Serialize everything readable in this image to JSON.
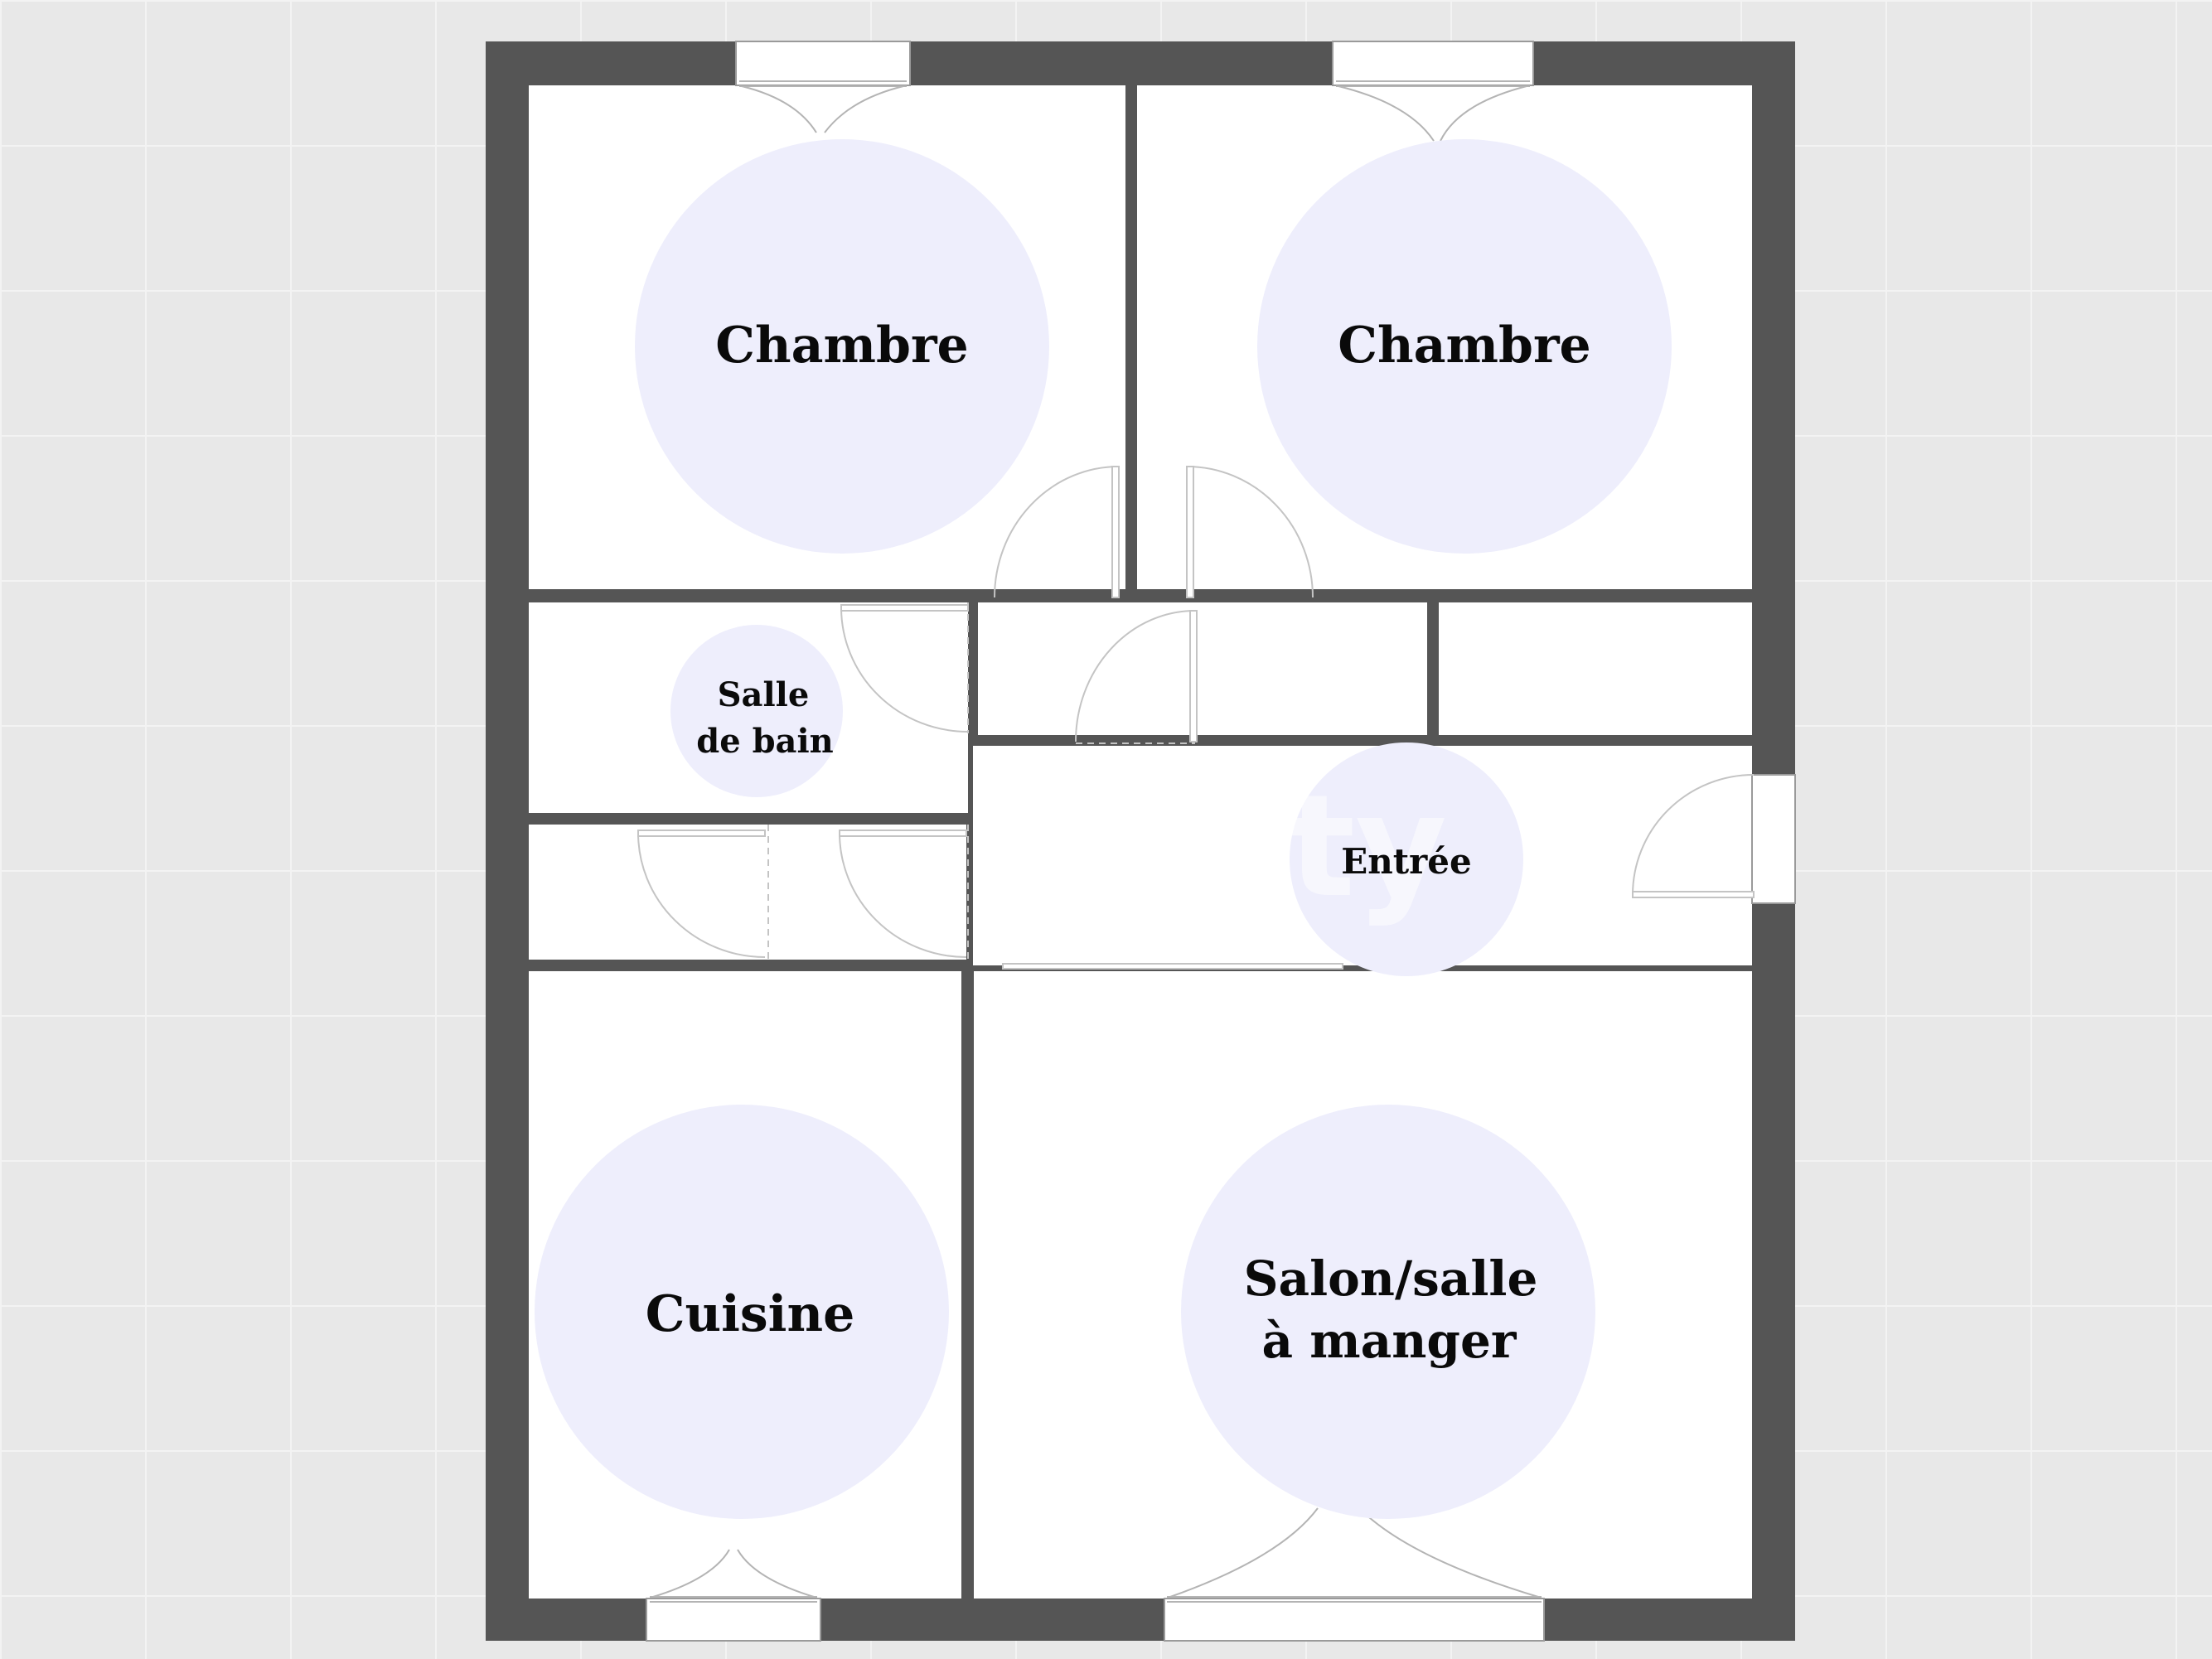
{
  "rooms": {
    "chambre_1": {
      "label": "Chambre"
    },
    "chambre_2": {
      "label": "Chambre"
    },
    "salle_de_bain": {
      "label_line1": "Salle",
      "label_line2": "de bain"
    },
    "entree": {
      "label": "Entrée"
    },
    "cuisine": {
      "label": "Cuisine"
    },
    "salon": {
      "label_line1": "Salon/salle",
      "label_line2": "à manger"
    }
  },
  "watermark": "ty",
  "colors": {
    "wall": "#555555",
    "floor": "#ffffff",
    "room_marker": "#eeeefc",
    "background": "#e8e8e8"
  }
}
